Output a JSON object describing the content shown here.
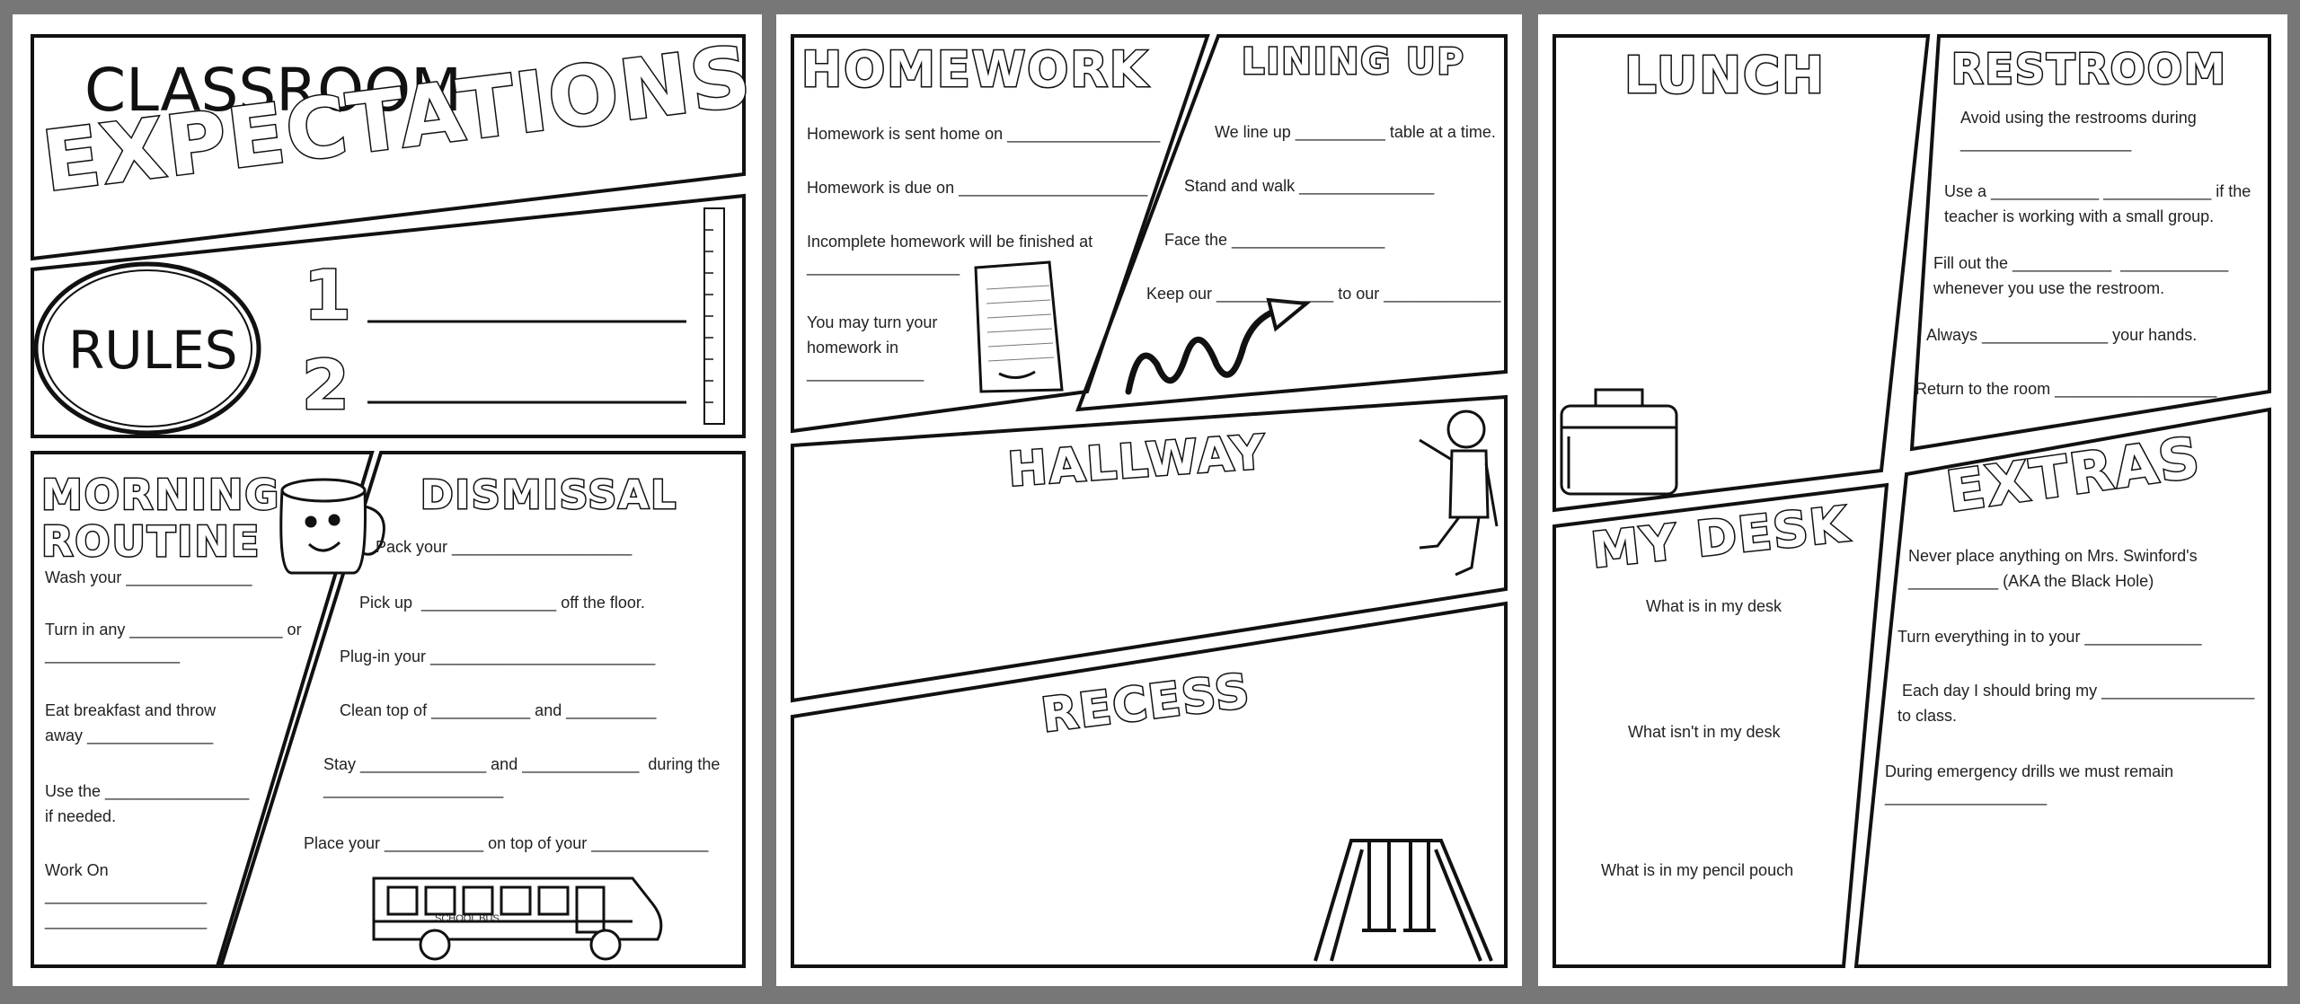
{
  "page1": {
    "title_line1": "CLASSROOM",
    "title_line2": "EXPECTATIONS",
    "rules_label": "RULES",
    "rule_numbers": [
      "1",
      "2"
    ],
    "morning": {
      "heading1": "MORNING",
      "heading2": "ROUTINE",
      "lines": [
        "Wash your ______________",
        "Turn in any _________________ or\n_______________",
        "Eat breakfast and throw\naway ______________",
        "Use the ________________\nif needed.",
        "Work On\n__________________\n__________________"
      ]
    },
    "dismissal": {
      "heading": "DISMISSAL",
      "lines": [
        "Pack your ____________________",
        "Pick up  _______________ off the floor.",
        "Plug-in your _________________________",
        "Clean top of ___________ and __________",
        "Stay ______________ and _____________  during the\n____________________",
        "Place your ___________ on top of your _____________"
      ],
      "bus_text": "SCHOOL BUS"
    }
  },
  "page2": {
    "homework": {
      "heading": "HOMEWORK",
      "lines": [
        "Homework is sent home on _________________",
        "Homework is due on _____________________",
        "Incomplete homework will be finished at\n_________________",
        "You may turn your\nhomework in\n_____________"
      ]
    },
    "lining": {
      "heading": "LINING UP",
      "lines": [
        "We line up __________ table at a time.",
        "Stand and walk _______________",
        "Face the _________________",
        "Keep our _____________ to our _____________"
      ]
    },
    "hallway_heading": "HALLWAY",
    "recess_heading": "RECESS"
  },
  "page3": {
    "lunch_heading": "LUNCH",
    "restroom": {
      "heading": "RESTROOM",
      "lines": [
        "Avoid using the restrooms during\n___________________",
        "Use a ____________ ____________ if the\nteacher is working with a small group.",
        "Fill out the ___________  ____________\nwhenever you use the restroom.",
        "Always ______________ your hands.",
        "Return to the room __________________"
      ]
    },
    "desk": {
      "heading": "MY DESK",
      "lines": [
        "What is in my desk",
        "What isn't in my desk",
        "What is in my pencil pouch"
      ]
    },
    "extras": {
      "heading": "EXTRAS",
      "lines": [
        "Never place anything on Mrs. Swinford's\n__________ (AKA the Black Hole)",
        "Turn everything in to your _____________",
        " Each day I should bring my _________________\nto class.",
        "During emergency drills we must remain\n__________________"
      ]
    }
  }
}
